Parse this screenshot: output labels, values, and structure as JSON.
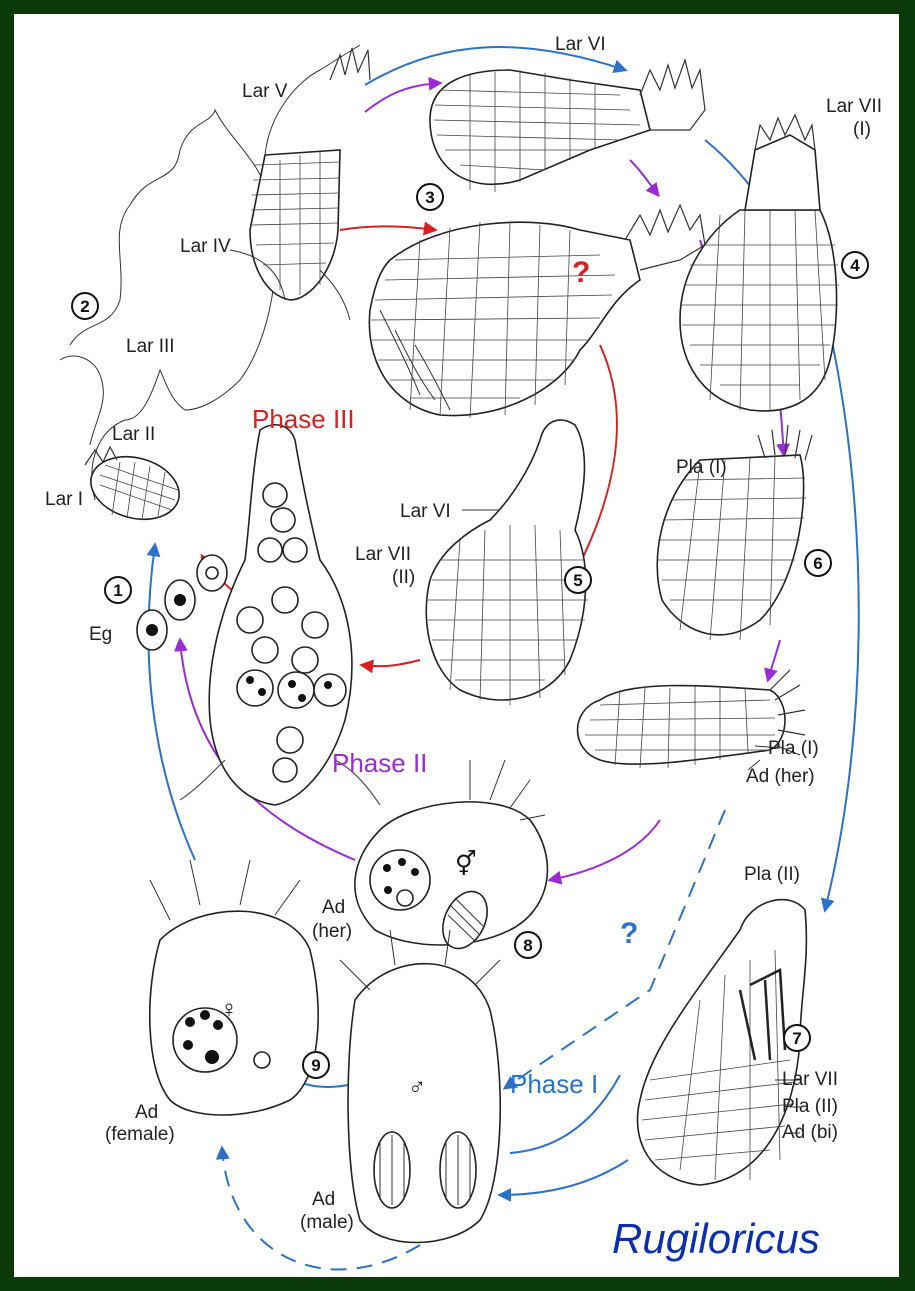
{
  "genus": "Rugiloricus",
  "phases": {
    "phase3": "Phase III",
    "phase2": "Phase II",
    "phase1": "Phase I"
  },
  "question_marks": {
    "red": "?",
    "blue": "?"
  },
  "stage_numbers": [
    "1",
    "2",
    "3",
    "4",
    "5",
    "6",
    "7",
    "8",
    "9"
  ],
  "labels": {
    "lar1": "Lar I",
    "lar2": "Lar II",
    "lar3": "Lar III",
    "lar4": "Lar IV",
    "lar5": "Lar V",
    "lar6_top": "Lar VI",
    "lar7_i_a": "Lar VII",
    "lar7_i_b": "(I)",
    "lar6_mid": "Lar VI",
    "lar7_ii_a": "Lar VII",
    "lar7_ii_b": "(II)",
    "pla1_a": "Pla (I)",
    "pla1_b": "Pla (I)",
    "ad_her_a": "Ad (her)",
    "pla2_top": "Pla (II)",
    "lar7_b": "Lar VII",
    "pla2_b": "Pla (II)",
    "ad_bi": "Ad (bi)",
    "eg": "Eg",
    "ad_her_b1": "Ad",
    "ad_her_b2": "(her)",
    "ad_female_1": "Ad",
    "ad_female_2": "(female)",
    "ad_male_1": "Ad",
    "ad_male_2": "(male)"
  },
  "symbols": {
    "hermaphrodite": "⚥",
    "female": "♀",
    "male": "♂"
  },
  "colors": {
    "background": "#0a3a0a",
    "red": "#d82020",
    "purple": "#9b2bd6",
    "blue": "#2a72c8",
    "genus": "#0b2fb0"
  }
}
